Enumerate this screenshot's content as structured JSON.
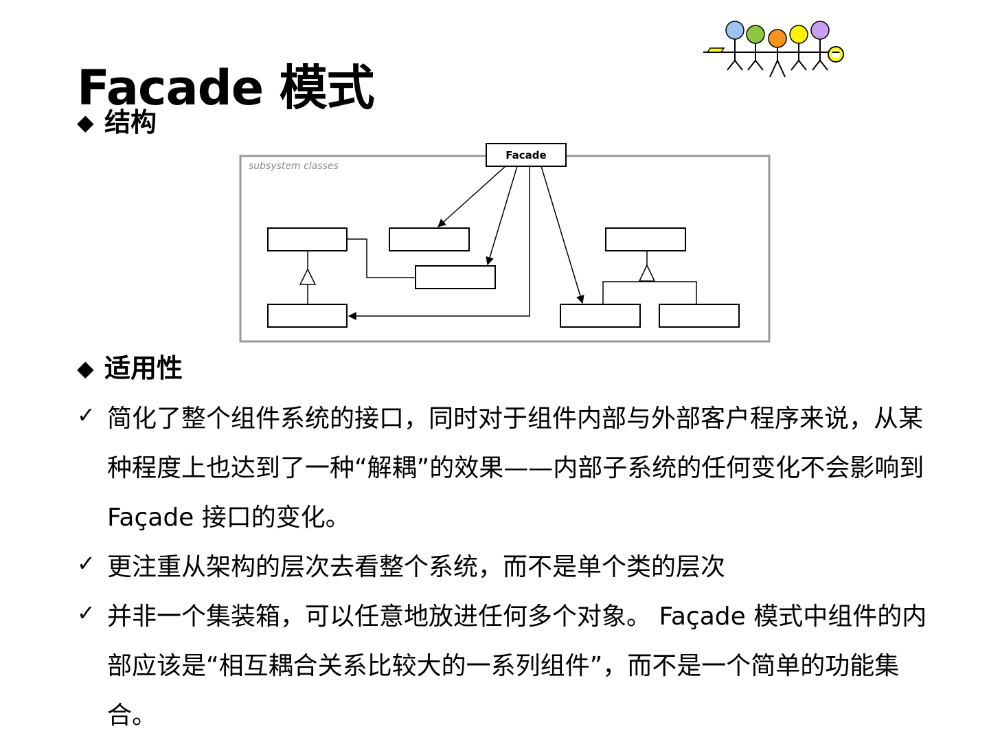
{
  "slide": {
    "title": "Facade 模式",
    "sections": {
      "structure": {
        "bullet": "◆",
        "label": "结构"
      },
      "applicability": {
        "bullet": "◆",
        "label": "适用性"
      }
    },
    "diagram": {
      "subsystem_label": "subsystem classes",
      "facade_label": "Facade"
    },
    "check_mark": "✓",
    "items": [
      {
        "text": "简化了整个组件系统的接口，同时对于组件内部与外部客户程序来说，从某种程度上也达到了一种“解耦”的效果——内部子系统的任何变化不会影响到 Façade 接口的变化。"
      },
      {
        "text": "更注重从架构的层次去看整个系统，而不是单个类的层次"
      },
      {
        "text": "并非一个集装箱，可以任意地放进任何多个对象。 Façade 模式中组件的内部应该是“相互耦合关系比较大的一系列组件”，而不是一个简单的功能集合。"
      }
    ],
    "logo_colors": [
      "#9dc3f0",
      "#8dc63f",
      "#f7941d",
      "#fff200",
      "#c9a0f0"
    ],
    "logo_ring_color": "#ffff00",
    "logo_flag_color": "#ffff00"
  }
}
